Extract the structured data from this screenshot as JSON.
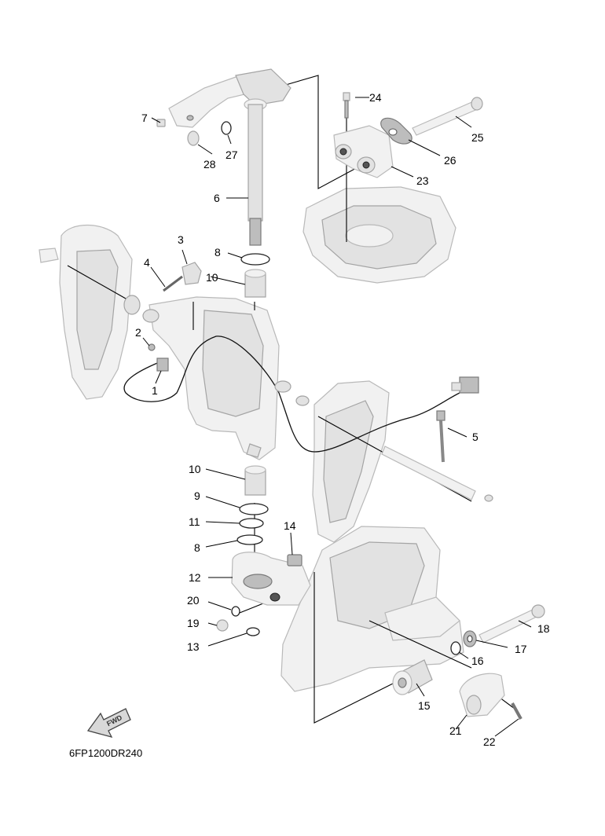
{
  "diagram_code": "6FP1200DR240",
  "fwd_label": "FWD",
  "callouts": {
    "c1": "1",
    "c2": "2",
    "c3": "3",
    "c4": "4",
    "c5": "5",
    "c6": "6",
    "c7": "7",
    "c8a": "8",
    "c8b": "8",
    "c9": "9",
    "c10a": "10",
    "c10b": "10",
    "c11": "11",
    "c12": "12",
    "c13": "13",
    "c14": "14",
    "c15": "15",
    "c16": "16",
    "c17": "17",
    "c18": "18",
    "c19": "19",
    "c20": "20",
    "c21": "21",
    "c22": "22",
    "c23": "23",
    "c24": "24",
    "c25": "25",
    "c26": "26",
    "c27": "27",
    "c28": "28"
  }
}
